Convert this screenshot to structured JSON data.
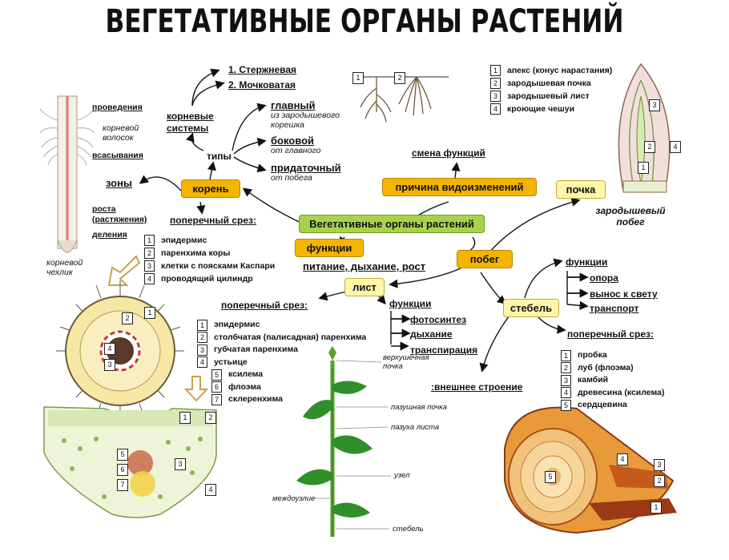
{
  "title": "ВЕГЕТАТИВНЫЕ ОРГАНЫ РАСТЕНИЙ",
  "center": "Вегетативные органы растений",
  "root": {
    "label": "корень",
    "types_label": "типы",
    "systems_label": "корневые системы",
    "system_types": [
      "1. Стержневая",
      "2. Мочковатая"
    ],
    "root_types": [
      {
        "name": "главный",
        "note": "из зародышевого корешка"
      },
      {
        "name": "боковой",
        "note": "от главного"
      },
      {
        "name": "придаточный",
        "note": "от побега"
      }
    ],
    "zones_label": "зоны",
    "zones": [
      "проведения",
      "корневой волосок",
      "всасывания",
      "роста (растяжения)",
      "деления",
      "корневой чехлик"
    ],
    "cross_section_label": "поперечный срез:",
    "cross_section": [
      "эпидермис",
      "паренхима коры",
      "клетки с поясками Каспари",
      "проводящий цилиндр"
    ]
  },
  "functions": {
    "label": "функции",
    "text": "питание, дыхание, рост"
  },
  "modification": {
    "label": "причина видоизменений",
    "result": "смена функций"
  },
  "shoot": {
    "label": "побег",
    "bud": "почка",
    "external": ":внешнее строение"
  },
  "bud": {
    "parts": [
      "апекс (конус нарастания)",
      "зародышевая почка",
      "зародышевый лист",
      "кроющие чешуи"
    ],
    "caption": "зародышевый побег"
  },
  "leaf": {
    "label": "лист",
    "cross_section_label": "поперечный срез:",
    "cross_section": [
      "эпидермис",
      "столбчатая (палисадная) паренхима",
      "губчатая паренхима",
      "устьице",
      "ксилема",
      "флоэма",
      "склеренхима"
    ],
    "functions_label": "функции",
    "functions": [
      "фотосинтез",
      "дыхание",
      "транспирация"
    ]
  },
  "stem": {
    "label": "стебель",
    "functions_label": "функции",
    "functions": [
      "опора",
      "вынос к свету",
      "транспорт"
    ],
    "cross_section_label": "поперечный срез:",
    "cross_section": [
      "пробка",
      "луб (флоэма)",
      "камбий",
      "древесина (ксилема)",
      "сердцевина"
    ]
  },
  "plant_labels": [
    "верхушечная почка",
    "пазушная почка",
    "пазуха листа",
    "узел",
    "междоузлие",
    "стебель"
  ],
  "colors": {
    "orange": "#f5b400",
    "green": "#a9d24a",
    "yellow": "#fff6a8",
    "leaf": "#3a9a2a",
    "wood": "#d9751f"
  }
}
